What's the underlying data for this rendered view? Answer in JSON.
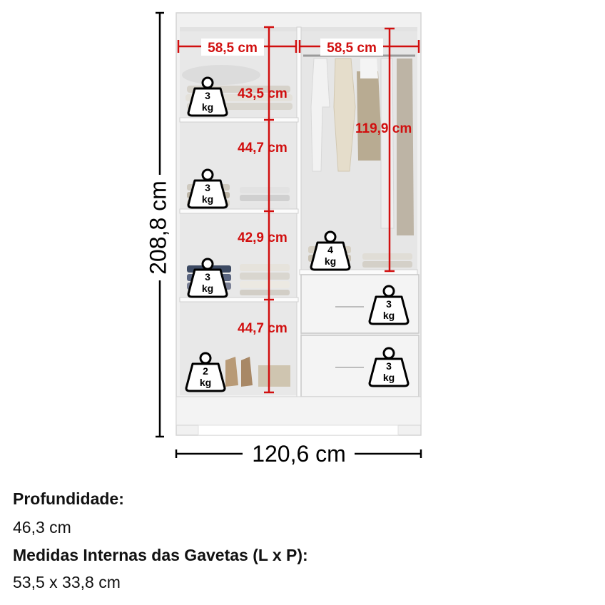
{
  "dimensions": {
    "height": "208,8 cm",
    "width": "120,6 cm",
    "left_width": "58,5 cm",
    "right_width": "58,5 cm",
    "shelf_1": "43,5 cm",
    "shelf_2": "44,7 cm",
    "shelf_3": "42,9 cm",
    "shelf_4": "44,7 cm",
    "hanging": "119,9 cm"
  },
  "weights": {
    "w1": {
      "num": "3",
      "unit": "kg"
    },
    "w2": {
      "num": "3",
      "unit": "kg"
    },
    "w3": {
      "num": "3",
      "unit": "kg"
    },
    "w4": {
      "num": "2",
      "unit": "kg"
    },
    "w5": {
      "num": "4",
      "unit": "kg"
    },
    "w6": {
      "num": "3",
      "unit": "kg"
    },
    "w7": {
      "num": "3",
      "unit": "kg"
    }
  },
  "info": {
    "depth_label": "Profundidade:",
    "depth_value": "46,3 cm",
    "drawer_label": "Medidas Internas das Gavetas (L x P):",
    "drawer_value": "53,5 x 33,8 cm"
  },
  "colors": {
    "measure_red": "#d10f0f",
    "cabinet": "#f0f0f0",
    "cabinet_edge": "#cfcfcf"
  }
}
